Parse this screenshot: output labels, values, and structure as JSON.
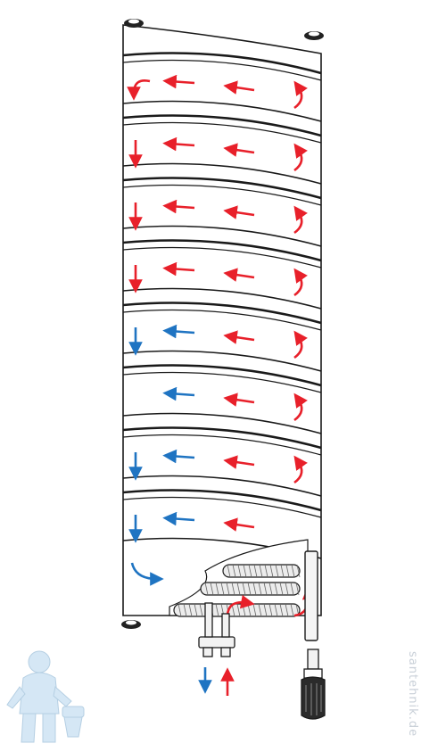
{
  "watermark": "santehnik.de",
  "colors": {
    "hot": "#e8202a",
    "cold": "#1f74c2",
    "outline": "#1a1a1a",
    "coil_fill": "#ececec",
    "mascot": "#cfe3f3"
  },
  "panels": [
    {
      "left": "turn-hot",
      "mid": "hot",
      "right": "hot",
      "return": "hot"
    },
    {
      "left": "down-hot",
      "mid": "hot",
      "right": "hot",
      "return": "hot"
    },
    {
      "left": "down-hot",
      "mid": "hot",
      "right": "hot",
      "return": "hot"
    },
    {
      "left": "down-hot",
      "mid": "hot",
      "right": "hot",
      "return": "hot"
    },
    {
      "left": "down-cold",
      "mid": "cold",
      "right": "hot",
      "return": "hot"
    },
    {
      "left": "none",
      "mid": "cold",
      "right": "hot",
      "return": "hot"
    },
    {
      "left": "down-cold",
      "mid": "cold",
      "right": "hot",
      "return": "hot"
    },
    {
      "left": "down-cold",
      "mid": "cold",
      "right": "hot",
      "return": "none"
    },
    {
      "left": "turn-cold",
      "mid": "none",
      "right": "none",
      "return": "none"
    }
  ],
  "icons": {
    "flow": "flow-arrow-icon",
    "thermostat": "thermostat-icon",
    "valve": "valve-icon",
    "mascot": "plumber-mascot-icon"
  }
}
